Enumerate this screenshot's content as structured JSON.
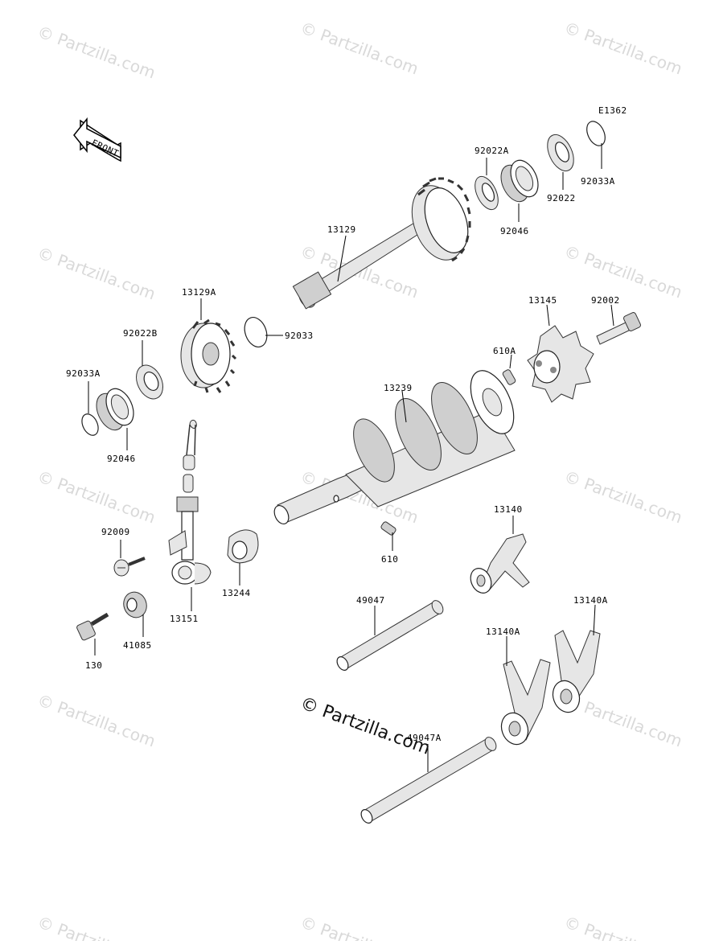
{
  "watermark": {
    "text": "© Partzilla.com",
    "center_text": "© Partzilla.com",
    "color": "#d9d9d9"
  },
  "diagram": {
    "code": "E1362",
    "front_label": "FRONT",
    "parts": [
      {
        "id": "p13129",
        "label": "13129"
      },
      {
        "id": "p92022A",
        "label": "92022A"
      },
      {
        "id": "p92046a",
        "label": "92046"
      },
      {
        "id": "p92022",
        "label": "92022"
      },
      {
        "id": "p92033A_a",
        "label": "92033A"
      },
      {
        "id": "p13129A",
        "label": "13129A"
      },
      {
        "id": "p92033",
        "label": "92033"
      },
      {
        "id": "p92022B",
        "label": "92022B"
      },
      {
        "id": "p92033A_b",
        "label": "92033A"
      },
      {
        "id": "p92046b",
        "label": "92046"
      },
      {
        "id": "p13145",
        "label": "13145"
      },
      {
        "id": "p92002",
        "label": "92002"
      },
      {
        "id": "p610A",
        "label": "610A"
      },
      {
        "id": "p13239",
        "label": "13239"
      },
      {
        "id": "p610",
        "label": "610"
      },
      {
        "id": "p92009",
        "label": "92009"
      },
      {
        "id": "p13244",
        "label": "13244"
      },
      {
        "id": "p13151",
        "label": "13151"
      },
      {
        "id": "p41085",
        "label": "41085"
      },
      {
        "id": "p130",
        "label": "130"
      },
      {
        "id": "p13140",
        "label": "13140"
      },
      {
        "id": "p49047",
        "label": "49047"
      },
      {
        "id": "p13140A_a",
        "label": "13140A"
      },
      {
        "id": "p13140A_b",
        "label": "13140A"
      },
      {
        "id": "p49047A",
        "label": "49047A"
      }
    ]
  }
}
